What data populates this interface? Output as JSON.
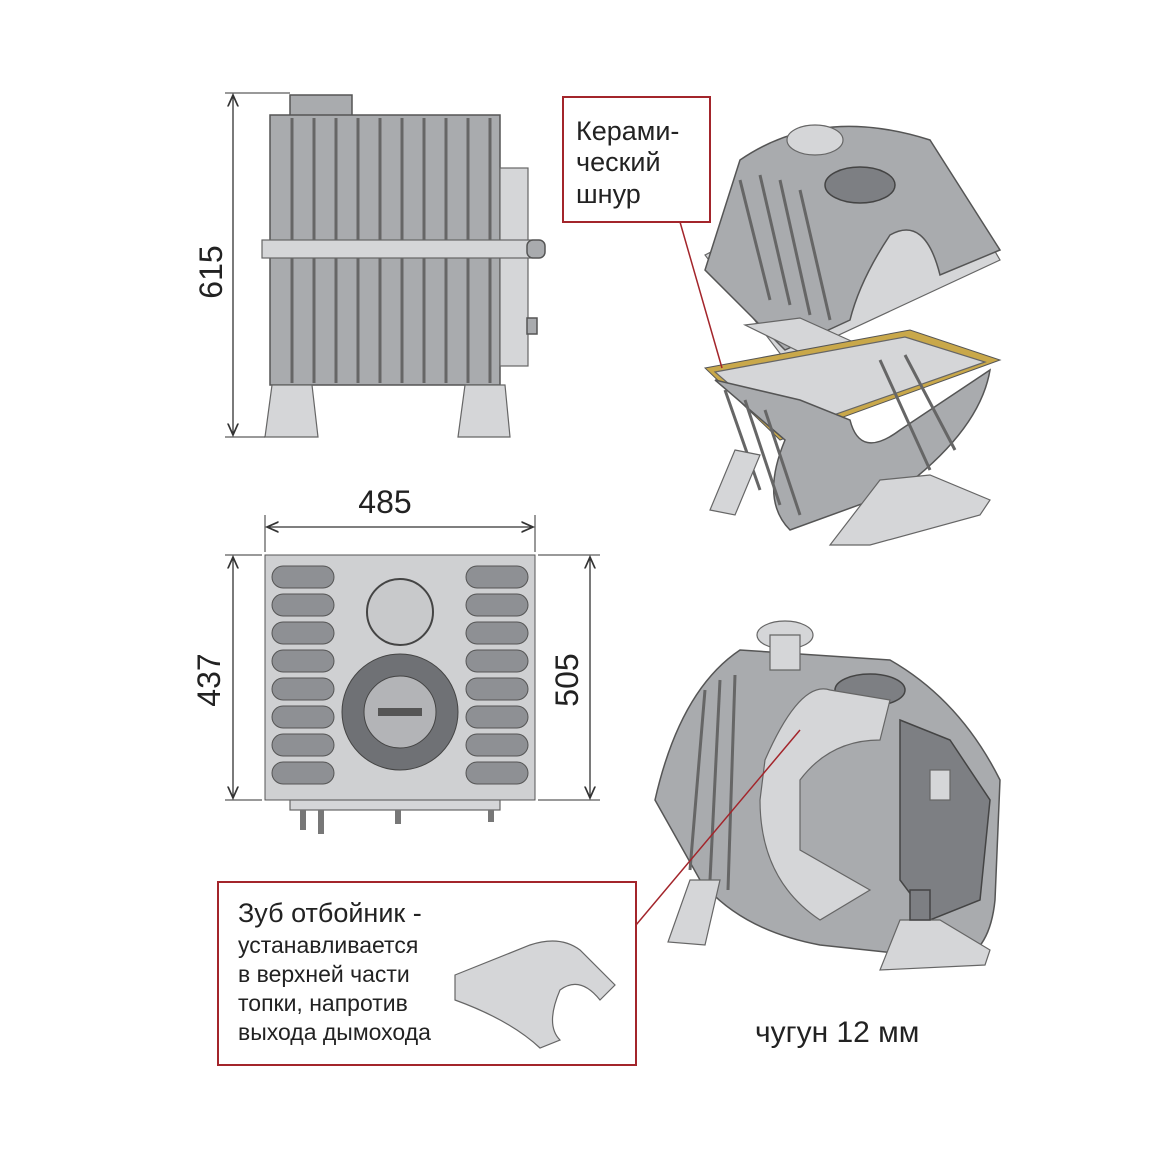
{
  "dimensions": {
    "height": "615",
    "width": "485",
    "depth_left": "437",
    "depth_right": "505"
  },
  "callouts": {
    "ceramic_cord": [
      "Керами-",
      "ческий",
      "шнур"
    ],
    "deflector": [
      "Зуб отбойник -",
      "устанавливается",
      "в верхней части",
      "топки, напротив",
      "выхода дымохода"
    ]
  },
  "material_label": "чугун 12 мм",
  "colors": {
    "callout_border": "#a3252b",
    "metal": "#a9abae",
    "cord": "#c9a84a"
  }
}
